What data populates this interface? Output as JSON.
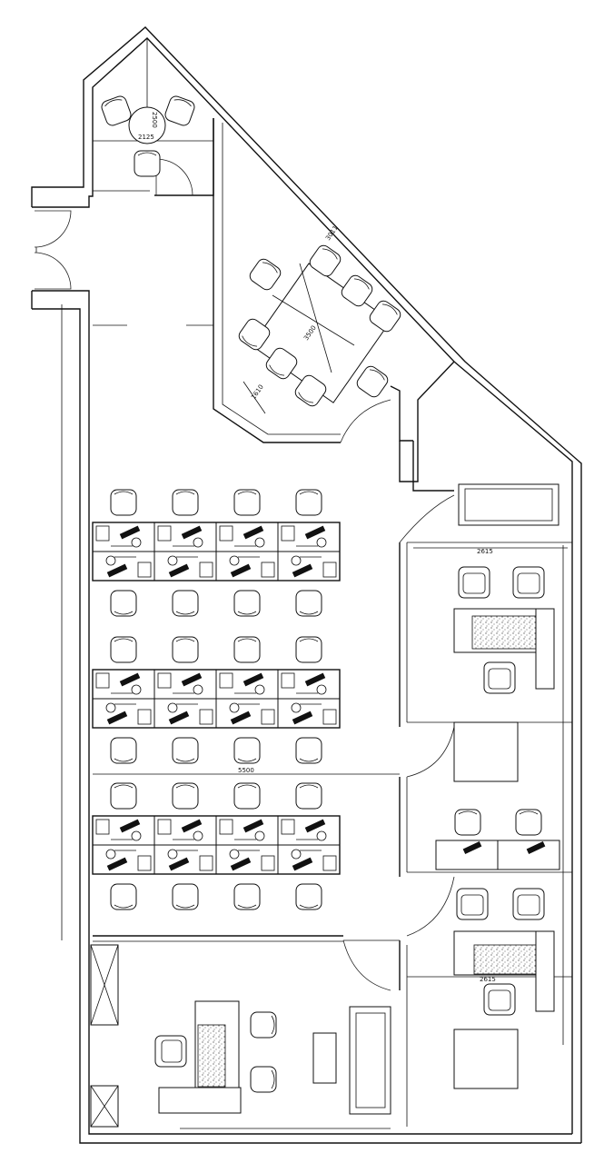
{
  "plan": {
    "dimensions": {
      "lounge_table": "2125",
      "lounge_table_small": "2500",
      "meeting_top": "3011",
      "meeting_table": "3500",
      "meeting_side": "1610",
      "office1_width": "2615",
      "open_area_width": "5500",
      "office2_width": "2615"
    },
    "open_workstations": {
      "rows": 3,
      "cols": 4
    }
  }
}
